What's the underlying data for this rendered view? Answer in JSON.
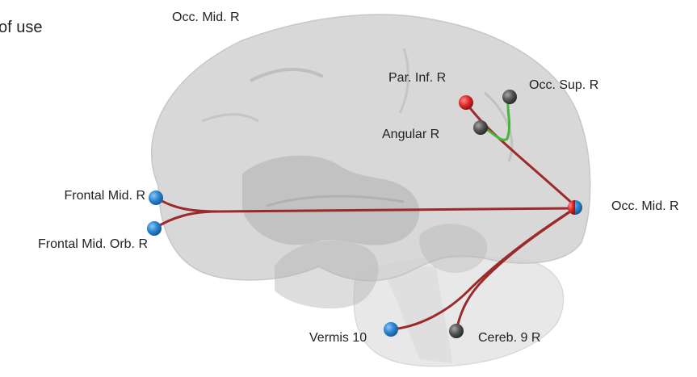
{
  "header_fragment": "of use",
  "top_label": "Occ. Mid. R",
  "colors": {
    "brain_fill": "#d4d4d4",
    "brain_shadow": "#bcbcbc",
    "cerebellum_fill": "#e2e2e2",
    "edge_red": "#9c2a2a",
    "edge_green": "#43b53a",
    "node_blue": "#2b86d3",
    "node_red": "#e12b2b",
    "node_gray": "#555555"
  },
  "nodes": [
    {
      "id": "frontal-mid-r",
      "label": "Frontal Mid. R",
      "color": "blue"
    },
    {
      "id": "frontal-mid-orb-r",
      "label": "Frontal Mid. Orb. R",
      "color": "blue"
    },
    {
      "id": "par-inf-r",
      "label": "Par. Inf. R",
      "color": "red"
    },
    {
      "id": "occ-sup-r",
      "label": "Occ. Sup. R",
      "color": "gray"
    },
    {
      "id": "angular-r",
      "label": "Angular R",
      "color": "gray"
    },
    {
      "id": "occ-mid-r",
      "label": "Occ. Mid. R",
      "color": "red-blue"
    },
    {
      "id": "vermis-10",
      "label": "Vermis 10",
      "color": "blue"
    },
    {
      "id": "cereb-9-r",
      "label": "Cereb. 9 R",
      "color": "gray"
    }
  ],
  "edges": [
    {
      "from": "frontal-mid-r",
      "to": "occ-mid-r",
      "color": "red"
    },
    {
      "from": "frontal-mid-orb-r",
      "to": "occ-mid-r",
      "color": "red"
    },
    {
      "from": "par-inf-r",
      "to": "occ-mid-r",
      "color": "red"
    },
    {
      "from": "vermis-10",
      "to": "occ-mid-r",
      "color": "red"
    },
    {
      "from": "cereb-9-r",
      "to": "occ-mid-r",
      "color": "red"
    },
    {
      "from": "angular-r",
      "to": "occ-sup-r",
      "color": "green"
    }
  ]
}
